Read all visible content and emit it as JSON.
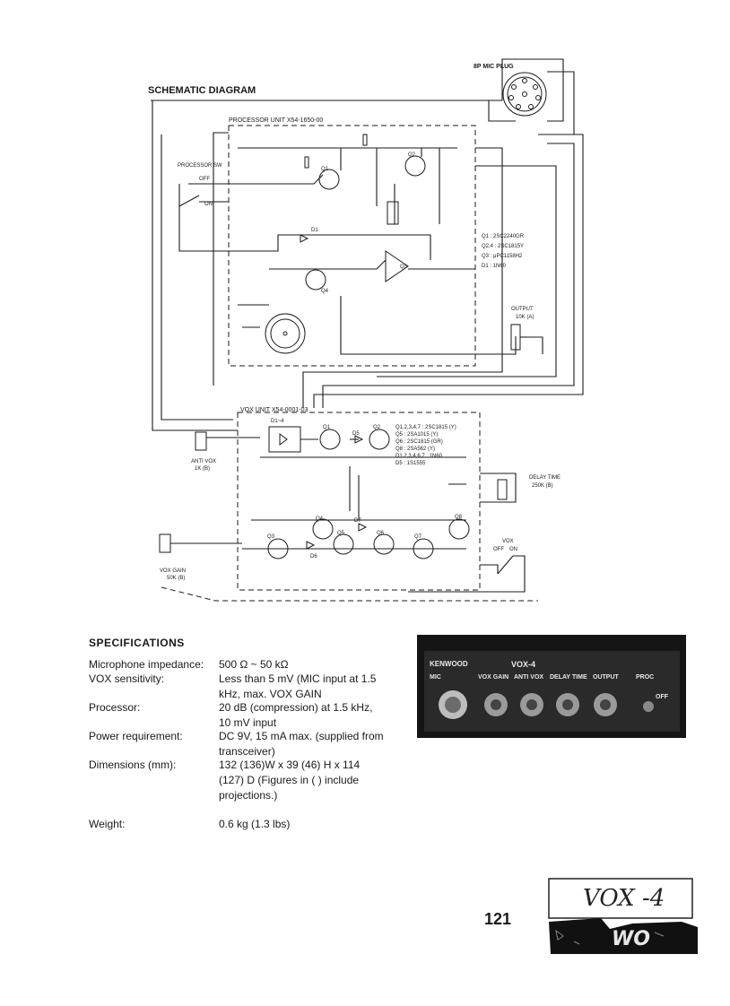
{
  "schematic": {
    "title": "SCHEMATIC DIAGRAM",
    "mic_plug_label": "8P MIC PLUG",
    "processor_unit_label": "PROCESSOR UNIT  X54-1650-00",
    "vox_unit_label": "VOX UNIT  X54-0001-03",
    "processor_sw_label": "PROCESSOR SW",
    "sw_off": "OFF",
    "sw_on": "ON",
    "output_label": "OUTPUT",
    "output_value": "10K (A)",
    "anti_vox_label": "ANTI VOX",
    "anti_vox_value": "1K (B)",
    "delay_time_label": "DELAY TIME",
    "delay_time_value": "250K (B)",
    "vox_gain_label": "VOX GAIN",
    "vox_gain_value": "50K (B)",
    "vox_switch_label": "VOX",
    "vox_switch_off": "OFF",
    "vox_switch_on": "ON",
    "processor_parts": [
      "Q1  : 2SC2240GR",
      "Q2,4 : 2SC1815Y",
      "Q3  : μPC1158H2",
      "D1  : 1N60"
    ],
    "vox_parts": [
      "Q1,2,3,4,7 : 2SC1815 (Y)",
      "Q5  : 2SA1015 (Y)",
      "Q6  : 2SC1815 (GR)",
      "Q8  : 2SA562 (Y)",
      "D1,2,3,4,6,7 : 1N60",
      "D5  : 1S1555"
    ],
    "transistor_labels": [
      "Q1",
      "Q2",
      "Q3",
      "Q4",
      "Q5",
      "Q6",
      "Q7",
      "Q8"
    ],
    "d14_label": "D1~4",
    "d1_label": "D1",
    "d5_label": "D5",
    "d6_label": "D6",
    "d7_label": "D7"
  },
  "specifications": {
    "title": "SPECIFICATIONS",
    "rows": [
      {
        "label": "Microphone impedance:",
        "value": "500 Ω ~ 50 kΩ"
      },
      {
        "label": "VOX sensitivity:",
        "value": "Less than 5 mV (MIC input at 1.5 kHz, max. VOX GAIN"
      },
      {
        "label": "Processor:",
        "value": "20 dB (compression) at 1.5 kHz, 10 mV input"
      },
      {
        "label": "Power requirement:",
        "value": "DC 9V, 15 mA max. (supplied from transceiver)"
      },
      {
        "label": "Dimensions (mm):",
        "value": "132 (136)W x 39 (46) H x 114 (127) D (Figures in ( ) include projections.)"
      },
      {
        "label": "Weight:",
        "value": "0.6 kg  (1.3 lbs)"
      }
    ]
  },
  "photo": {
    "brand": "KENWOOD",
    "model": "VOX-4",
    "panel_labels": [
      "MIC",
      "VOX GAIN",
      "ANTI VOX",
      "DELAY TIME",
      "OUTPUT",
      "PROC",
      "OFF"
    ]
  },
  "page_number": "121",
  "stamp": {
    "handwritten": "VOX-4",
    "logo_text": "WO"
  }
}
